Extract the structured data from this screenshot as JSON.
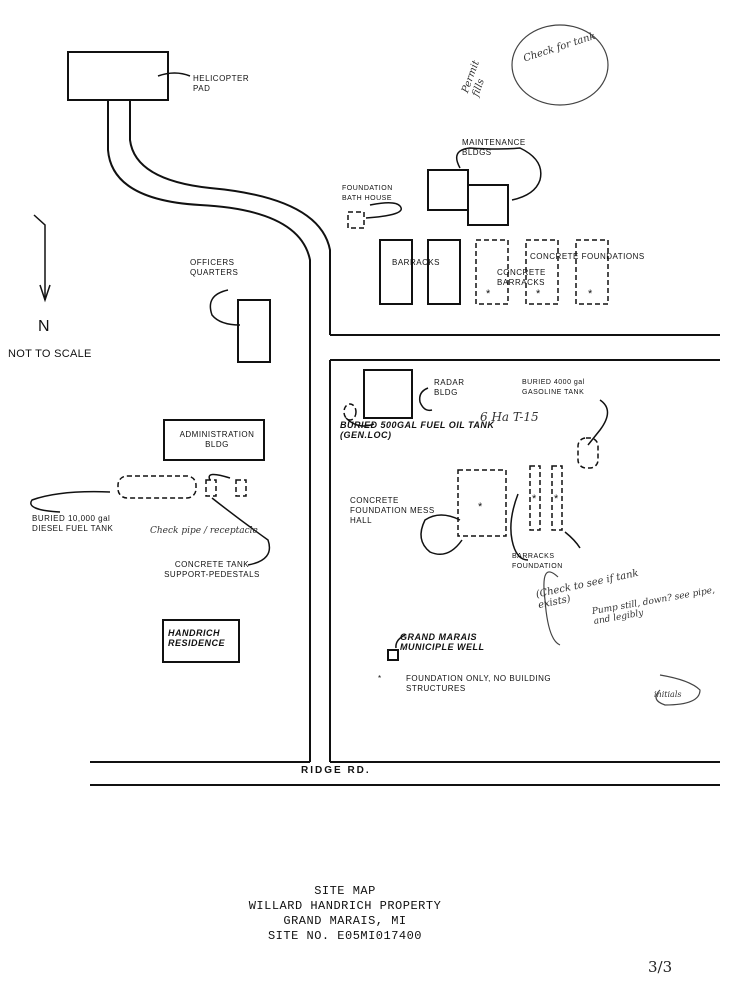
{
  "map": {
    "labels": {
      "helipad": "HELICOPTER PAD",
      "maintenance": "MAINTENANCE BLDGS",
      "bath_house": "FOUNDATION BATH HOUSE",
      "barracks": "BARRACKS",
      "concrete_foundations": "CONCRETE FOUNDATIONS",
      "concrete_barracks": "CONCRETE BARRACKS",
      "officers_quarters": "OFFICERS QUARTERS",
      "north": "N",
      "not_to_scale": "NOT TO SCALE",
      "admin": "ADMINISTRATION BLDG",
      "diesel_tank": "BURIED 10,000 gal DIESEL FUEL TANK",
      "tank_pedestals": "CONCRETE TANK SUPPORT-PEDESTALS",
      "residence": "HANDRICH RESIDENCE",
      "radar": "RADAR BLDG",
      "fuel_oil_tank": "BURIED 500GAL FUEL OIL TANK (GEN.LOC)",
      "gasoline_tank": "BURIED 4000 gal GASOLINE TANK",
      "mess_hall": "CONCRETE FOUNDATION MESS HALL",
      "barracks_foundation": "BARRACKS FOUNDATION",
      "well": "GRAND MARAIS MUNICIPLE WELL",
      "legend_star": "*",
      "legend_text": "FOUNDATION ONLY, NO BUILDING STRUCTURES",
      "road": "RIDGE RD."
    },
    "annotations": {
      "check_for_tank": "Check for tank",
      "permit_fills": "Permit fills",
      "check_pipe": "Check pipe / receptacle",
      "check_site": "(Check to see if tank exists)",
      "t15": "6 Ha T-15",
      "pump_notes": "Pump still, down? see pipe, and legibly",
      "signature": "initials"
    },
    "title": {
      "line1": "SITE MAP",
      "line2": "WILLARD HANDRICH PROPERTY",
      "line3": "GRAND MARAIS, MI",
      "line4": "SITE NO. E05MI017400"
    },
    "page_number": "3/3"
  }
}
